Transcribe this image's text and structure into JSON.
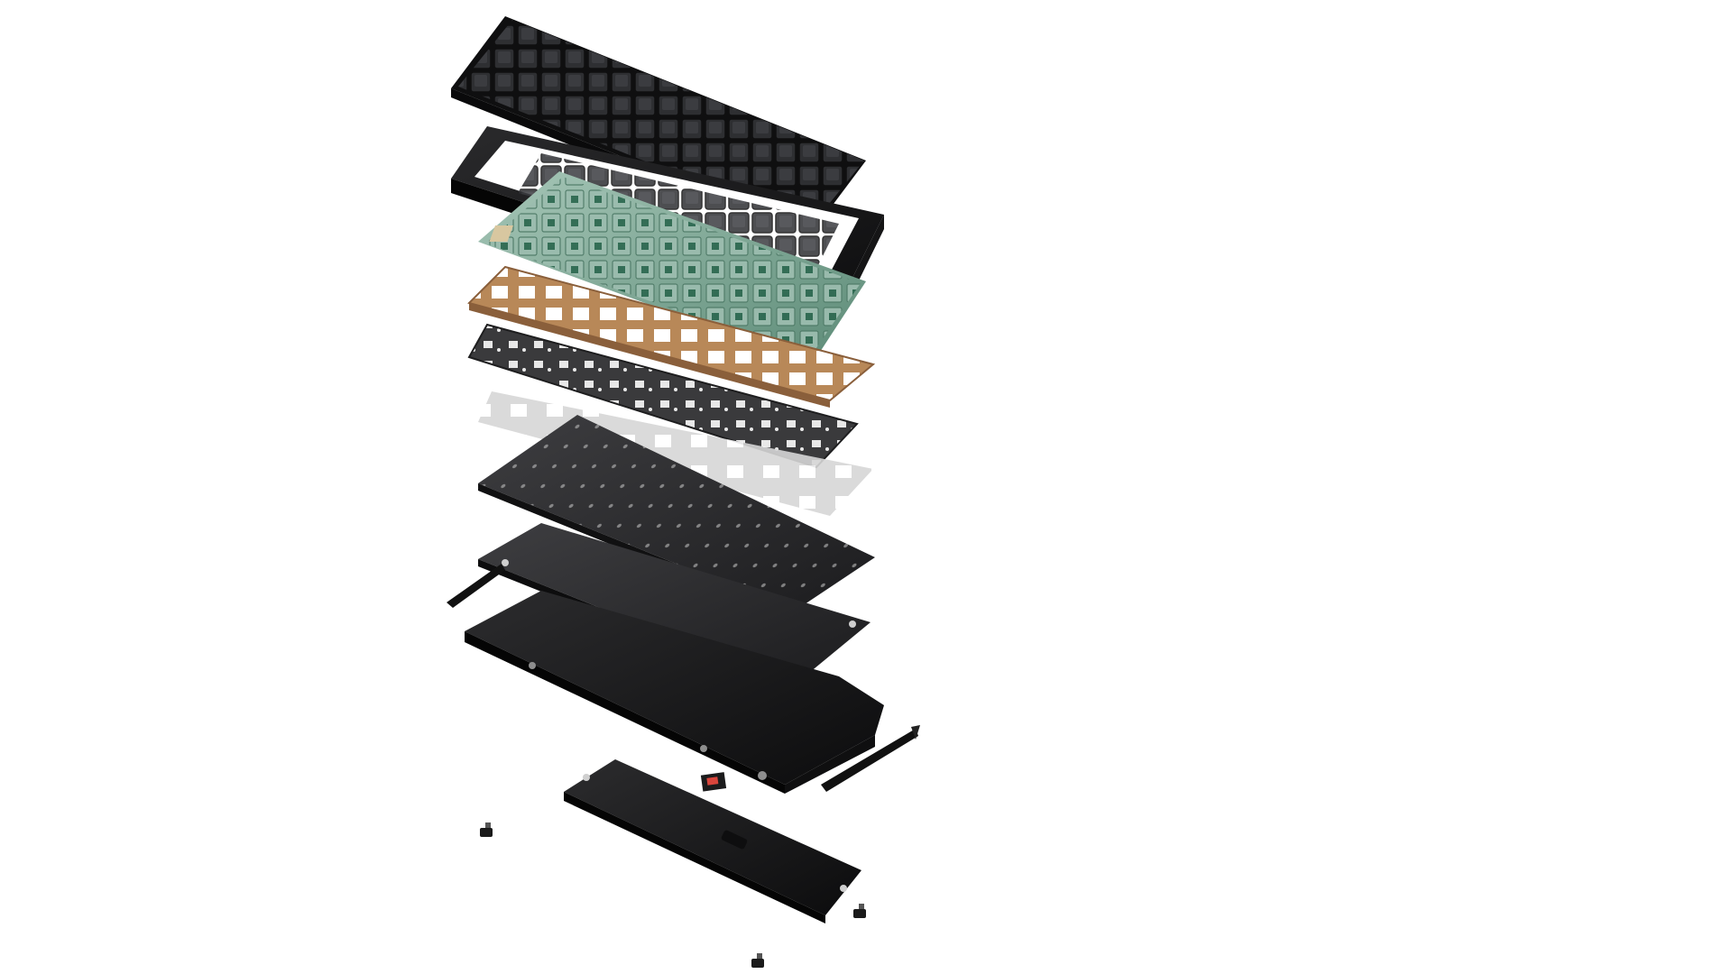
{
  "colors": {
    "background": "#ffffff",
    "keycap_top": "#2a2b2d",
    "keycap_side": "#141517",
    "frame": "#1c1c1e",
    "frame_side": "#0b0b0c",
    "pcb": "#5f8f7a",
    "switch_housing": "#8fb3a2",
    "stabilizer": "#c9b48f",
    "gasket_plate": "#b8875a",
    "gasket_plate_side": "#8a5f3b",
    "switch_plate": "#3a3a3c",
    "foam_light": "#dcdcdc",
    "foam_dark": "#2e2e30",
    "bottom_plate": "#1f1f21",
    "case": "#1a1a1b",
    "case_side": "#0a0a0a",
    "accent_red": "#d9453c",
    "battery_cover": "#161617"
  },
  "layers": [
    {
      "name": "keycap-set",
      "icon": "keycaps-icon"
    },
    {
      "name": "top-frame",
      "icon": "frame-icon"
    },
    {
      "name": "switches-pcb",
      "icon": "pcb-icon"
    },
    {
      "name": "gasket-plate",
      "icon": "plate-icon"
    },
    {
      "name": "switch-plate",
      "icon": "plate-icon"
    },
    {
      "name": "foam-layer",
      "icon": "foam-icon"
    },
    {
      "name": "perforated-plate",
      "icon": "plate-icon"
    },
    {
      "name": "bottom-plate",
      "icon": "plate-icon"
    },
    {
      "name": "bottom-case",
      "icon": "case-icon"
    },
    {
      "name": "battery-cover",
      "icon": "cover-icon"
    },
    {
      "name": "feet",
      "icon": "foot-icon"
    }
  ]
}
